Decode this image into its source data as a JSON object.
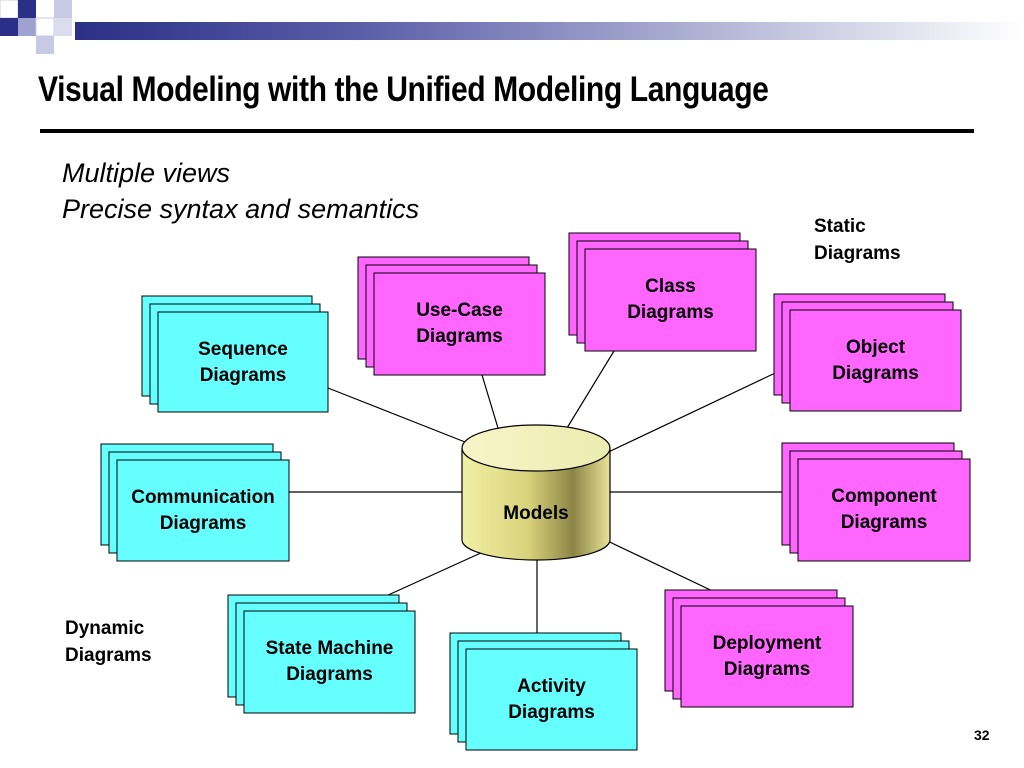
{
  "slide": {
    "title": "Visual Modeling with the Unified Modeling Language",
    "bullets": [
      "Multiple views",
      "Precise syntax and semantics"
    ],
    "page_number": "32"
  },
  "groups": {
    "static": {
      "line1": "Static",
      "line2": "Diagrams"
    },
    "dynamic": {
      "line1": "Dynamic",
      "line2": "Diagrams"
    }
  },
  "colors": {
    "static_fill": "#ff66ff",
    "dynamic_fill": "#66ffff",
    "models_fill": "#ffff99",
    "title_bar": "#2b2f86"
  },
  "center": {
    "line1": "Models"
  },
  "diagrams": [
    {
      "id": "sequence",
      "kind": "dynamic",
      "line1": "Sequence",
      "line2": "Diagrams"
    },
    {
      "id": "use-case",
      "kind": "static",
      "line1": "Use-Case",
      "line2": "Diagrams"
    },
    {
      "id": "class",
      "kind": "static",
      "line1": "Class",
      "line2": "Diagrams"
    },
    {
      "id": "object",
      "kind": "static",
      "line1": "Object",
      "line2": "Diagrams"
    },
    {
      "id": "component",
      "kind": "static",
      "line1": "Component",
      "line2": "Diagrams"
    },
    {
      "id": "deployment",
      "kind": "static",
      "line1": "Deployment",
      "line2": "Diagrams"
    },
    {
      "id": "activity",
      "kind": "dynamic",
      "line1": "Activity",
      "line2": "Diagrams"
    },
    {
      "id": "state-machine",
      "kind": "dynamic",
      "line1": "State Machine",
      "line2": "Diagrams"
    },
    {
      "id": "communication",
      "kind": "dynamic",
      "line1": "Communication",
      "line2": "Diagrams"
    }
  ]
}
